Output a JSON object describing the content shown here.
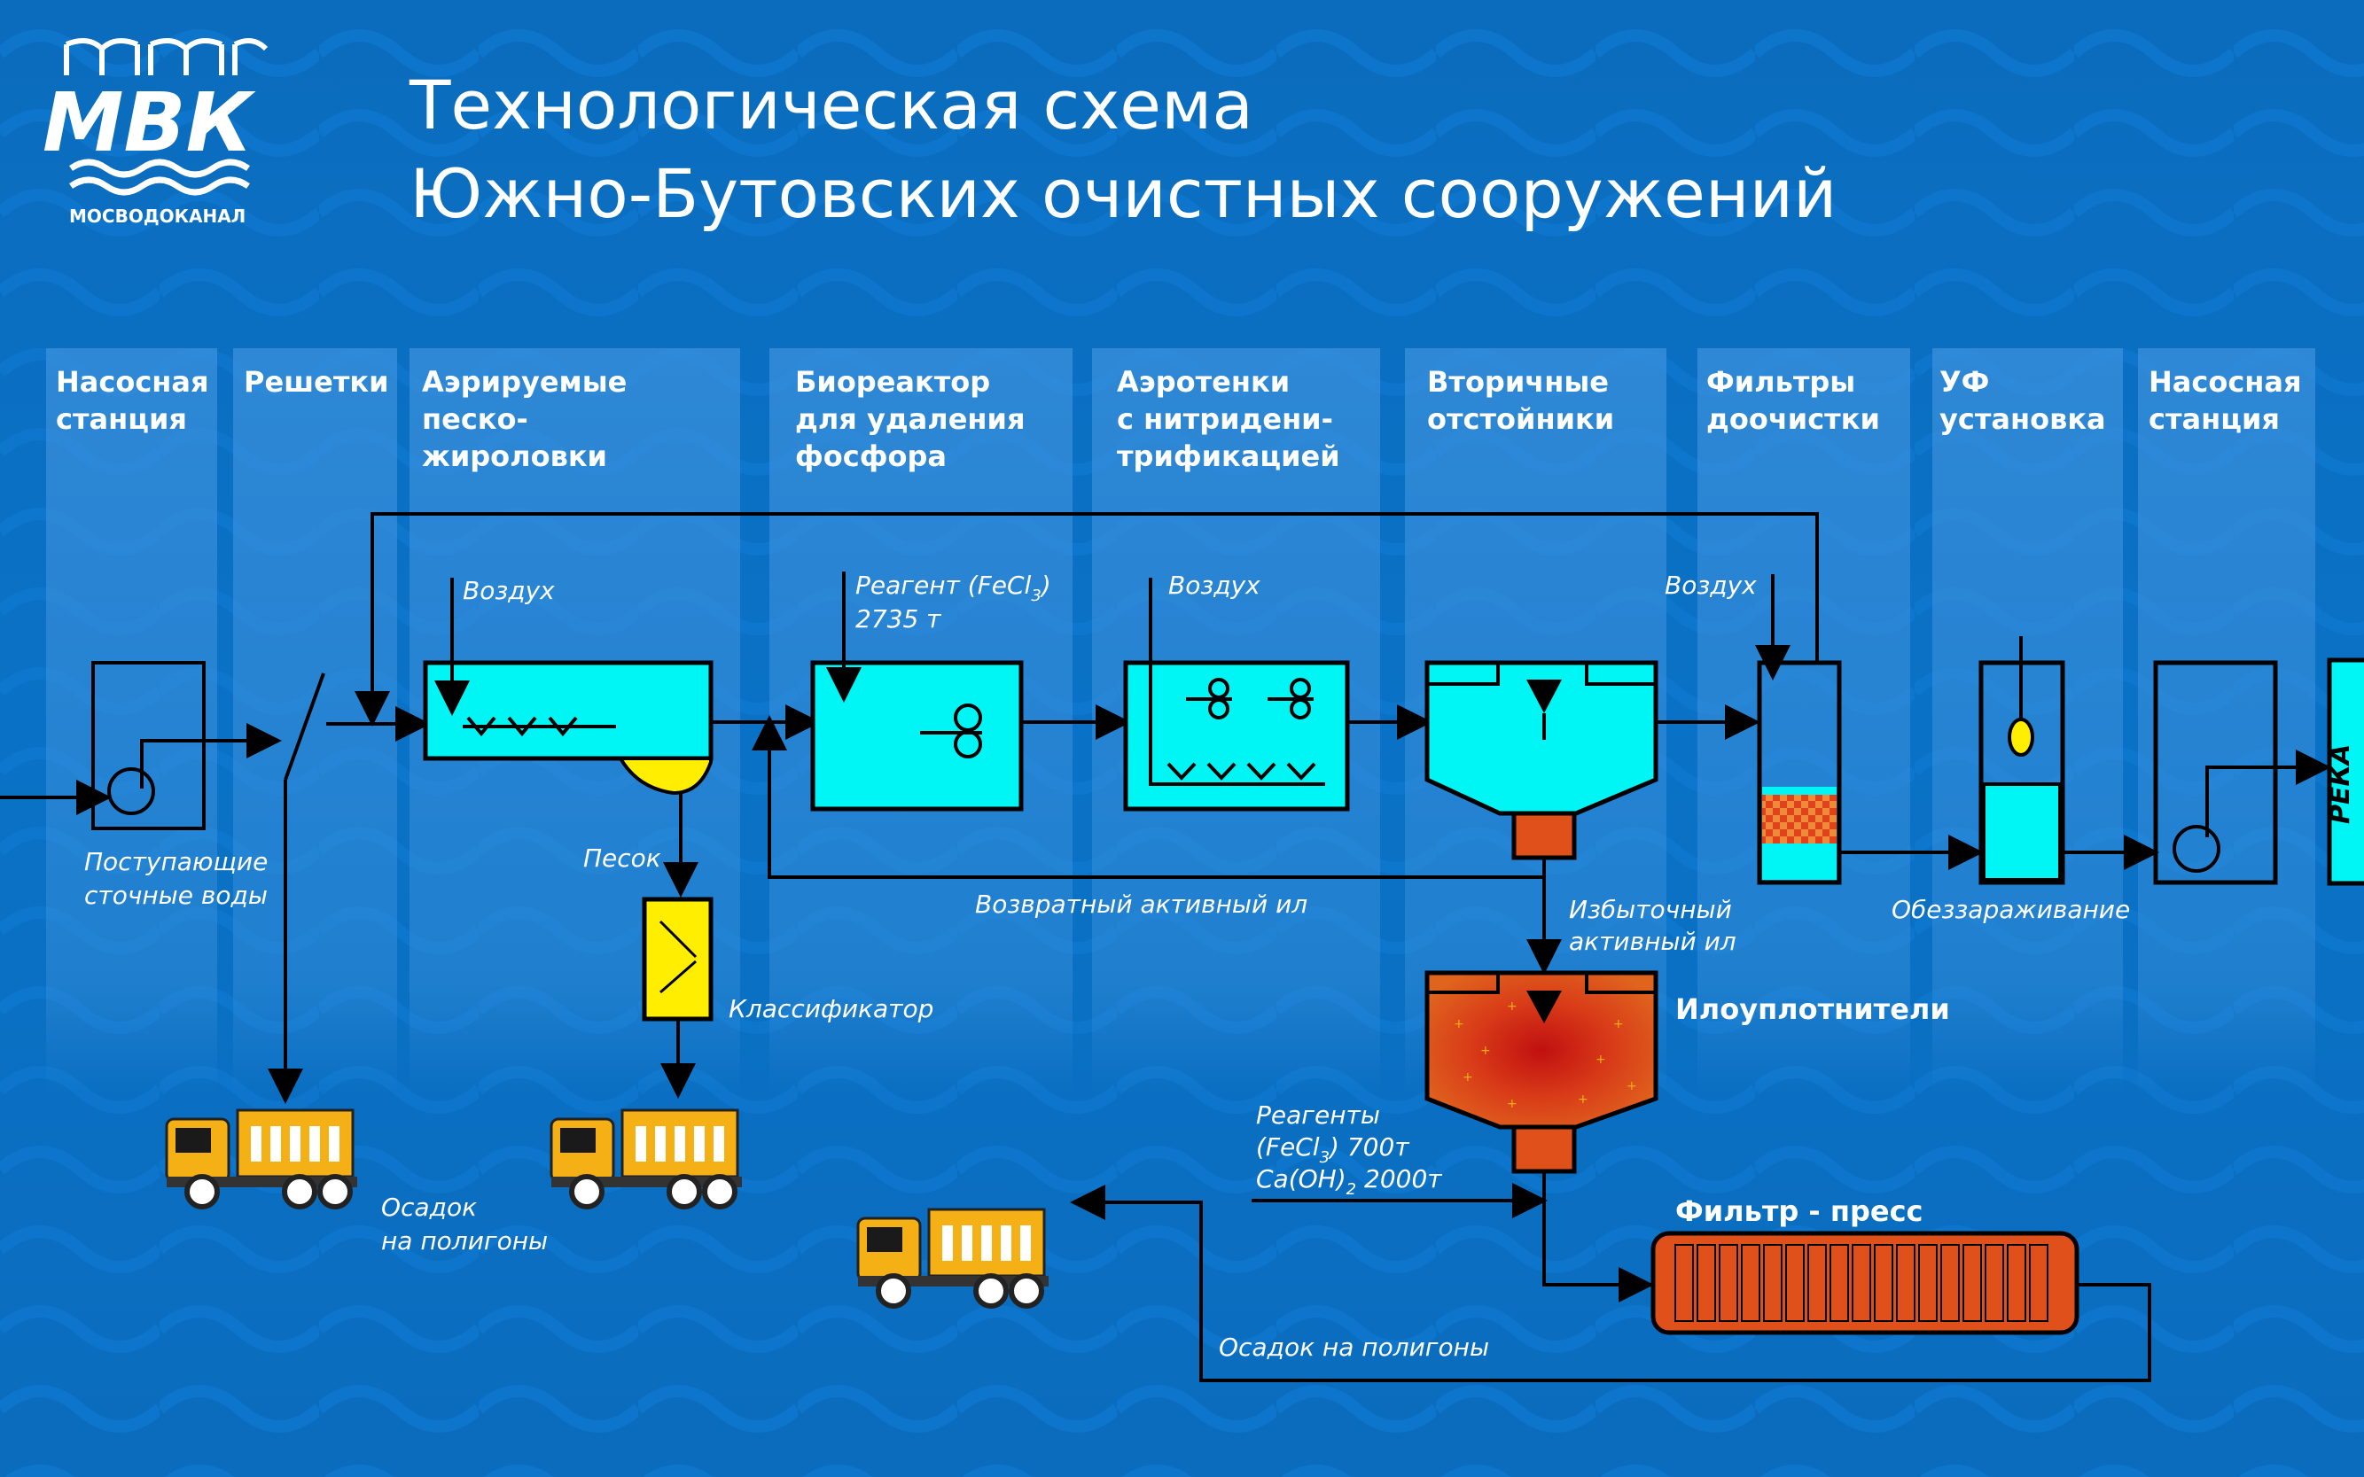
{
  "title": {
    "line1": "Технологическая схема",
    "line2": "Южно-Бутовских очистных сооружений"
  },
  "logo": {
    "letters": "МВК",
    "caption": "МОСВОДОКАНАЛ"
  },
  "columns": [
    {
      "lines": [
        "Насосная",
        "станция"
      ]
    },
    {
      "lines": [
        "Решетки"
      ]
    },
    {
      "lines": [
        "Аэрируемые",
        "песко-",
        "жироловки"
      ]
    },
    {
      "lines": [
        "Биореактор",
        "для удаления",
        "фосфора"
      ]
    },
    {
      "lines": [
        "Аэротенки",
        "с нитридени-",
        "трификацией"
      ]
    },
    {
      "lines": [
        "Вторичные",
        "отстойники"
      ]
    },
    {
      "lines": [
        "Фильтры",
        "доочистки"
      ]
    },
    {
      "lines": [
        "УФ",
        "установка"
      ]
    },
    {
      "lines": [
        "Насосная",
        "станция"
      ]
    }
  ],
  "labels": {
    "incoming": [
      "Поступающие",
      "сточные воды"
    ],
    "air1": "Воздух",
    "reagent_fecl3": "Реагент (FeCl",
    "reagent_sub": "3",
    "reagent_close": ")",
    "reagent_qty": "2735 т",
    "air2": "Воздух",
    "air3": "Воздух",
    "sand": "Песок",
    "return_sludge": "Возвратный активный ил",
    "excess_sludge": [
      "Избыточный",
      "активный ил"
    ],
    "disinfection": "Обеззараживание",
    "classifier": "Классификатор",
    "thickeners": "Илоуплотнители",
    "reagents_title": "Реагенты",
    "reagents_fecl3": "(FeCl",
    "reagents_fecl3_sub": "3",
    "reagents_fecl3_qty": ") 700т",
    "reagents_caoh": "Ca(OH)",
    "reagents_caoh_sub": "2",
    "reagents_caoh_qty": " 2000т",
    "filter_press": "Фильтр - пресс",
    "sediment_landfill": [
      "Осадок",
      "на полигоны"
    ],
    "sediment_landfill2": "Осадок на полигоны",
    "river": "РЕКА"
  },
  "colors": {
    "background": "#0a6fc2",
    "column_panel": "#2f86d6",
    "tank": "#00f5f5",
    "classifier": "#ffee00",
    "sludge": "#e0501a",
    "truck": "#f5b016"
  },
  "icons": [
    "pump-icon",
    "screen-icon",
    "aerator-icon",
    "mixer-icon",
    "truck-icon",
    "uv-lamp-icon"
  ]
}
